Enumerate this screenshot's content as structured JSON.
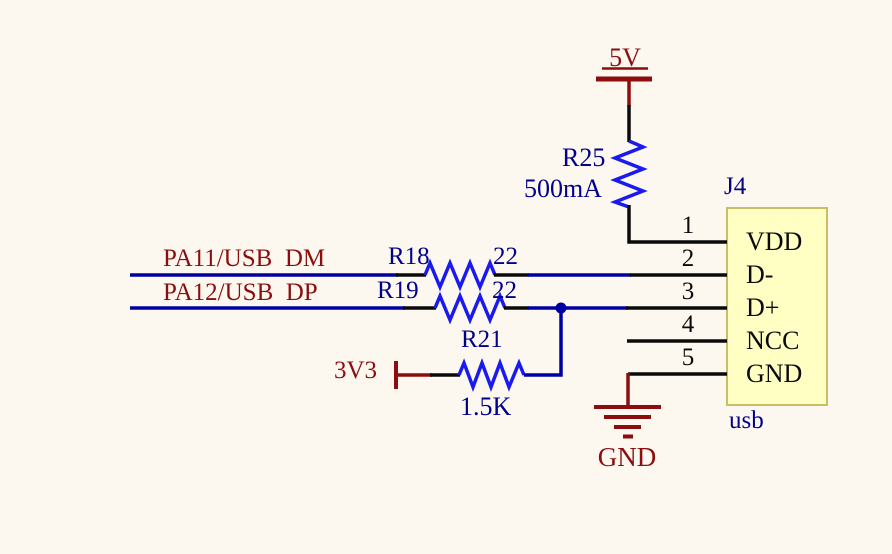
{
  "colors": {
    "background": "#FCF8EF",
    "wire_black": "#0a0a0a",
    "wire_navy": "#0000A0",
    "resistor_blue": "#1A1AF0",
    "power_maroon": "#8B0D0D",
    "label_navy": "#00008B",
    "connector_fill": "#FFFFC4",
    "connector_border": "#CBBC66"
  },
  "power_ports": {
    "v5": "5V",
    "v3v3": "3V3",
    "gnd": "GND"
  },
  "net_labels": {
    "usb_dm": "PA11/USB  DM",
    "usb_dp": "PA12/USB  DP"
  },
  "resistors": {
    "r25": {
      "ref": "R25",
      "value": "500mA"
    },
    "r18": {
      "ref": "R18",
      "value": "22"
    },
    "r19": {
      "ref": "R19",
      "value": "22"
    },
    "r21": {
      "ref": "R21",
      "value": "1.5K"
    }
  },
  "connector": {
    "ref": "J4",
    "name": "usb",
    "pins": [
      {
        "number": "1",
        "label": "VDD"
      },
      {
        "number": "2",
        "label": "D-"
      },
      {
        "number": "3",
        "label": "D+"
      },
      {
        "number": "4",
        "label": "NCC"
      },
      {
        "number": "5",
        "label": "GND"
      }
    ]
  }
}
